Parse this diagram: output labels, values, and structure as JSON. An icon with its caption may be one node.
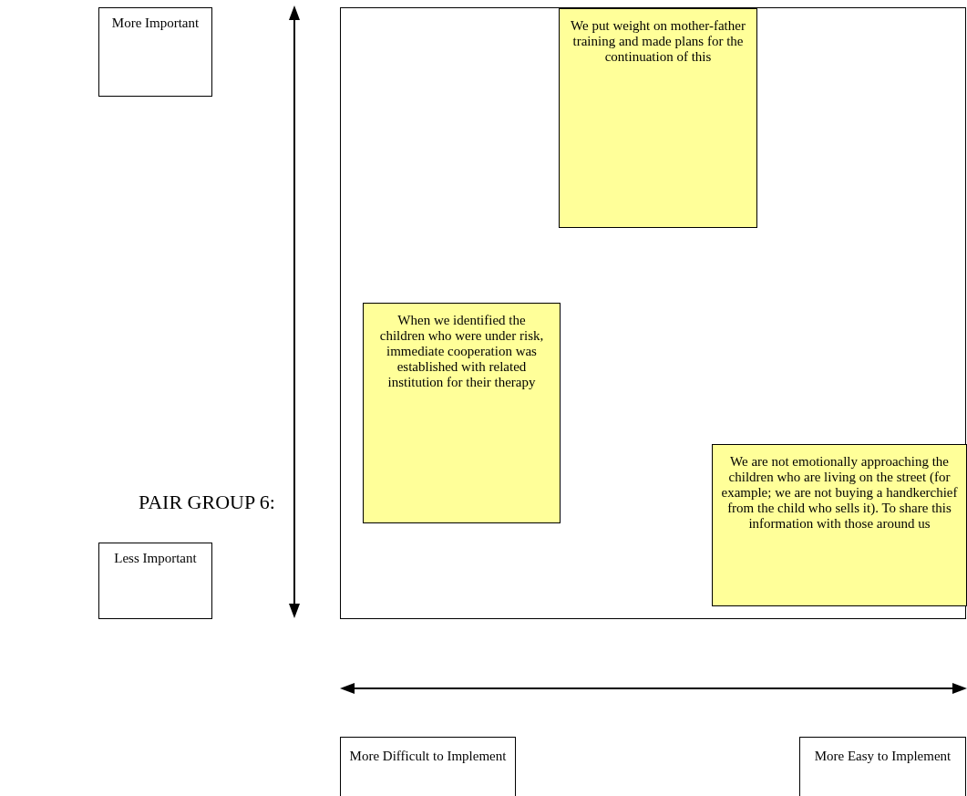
{
  "diagram": {
    "nodes": [
      {
        "text": [
          "More Important"
        ]
      },
      {
        "text": [],
        "shape": "box"
      },
      {
        "text": [
          "We put weight on mother-father training and made plans for the continuation of this"
        ],
        "in": 1
      },
      {
        "text": [
          "When we identified the children who were under risk, immediate cooperation was established with related institution for their therapy"
        ],
        "in": 1
      },
      {
        "text": [
          "We are not emotionally approaching the children who are living on the street (for example; we are not buying a handkerchief from the child who sells it). To share this information with those around us"
        ],
        "in": 1
      },
      {
        "text": [
          "Less Important"
        ]
      },
      {
        "text": [
          "More Difficult to Implement"
        ]
      },
      {
        "text": [
          "More Easy to Implement"
        ]
      }
    ],
    "edges": [],
    "labels": [
      "PAIR GROUP 6:"
    ]
  }
}
